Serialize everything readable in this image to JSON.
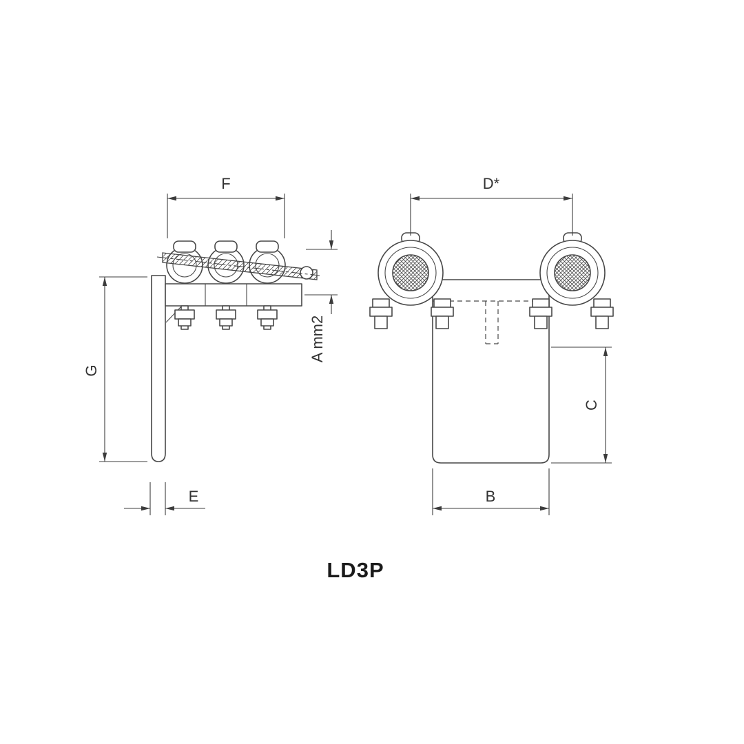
{
  "title": "LD3P",
  "colors": {
    "line": "#474747",
    "dimension_line": "#3c3c3c",
    "label_text": "#333333",
    "title_text": "#1a1a1a",
    "background": "#ffffff"
  },
  "dimension_labels": {
    "side_width_top": "F",
    "side_conductor_area": "A mm2",
    "side_height_left": "G",
    "side_thickness_bottom": "E",
    "front_width_top": "D*",
    "front_height_right": "C",
    "front_width_bottom": "B"
  }
}
